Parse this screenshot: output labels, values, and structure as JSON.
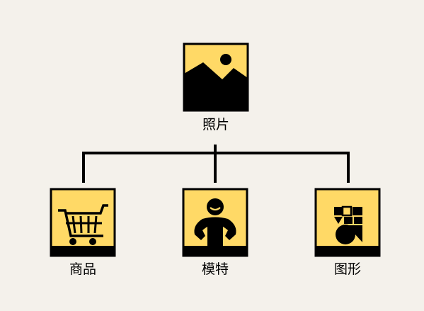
{
  "colors": {
    "background": "#f4f1eb",
    "tile": "#ffd966",
    "ink": "#000000"
  },
  "nodes": {
    "root": {
      "label": "照片",
      "icon": "landscape-photo-icon"
    },
    "children": [
      {
        "label": "商品",
        "icon": "shopping-cart-icon"
      },
      {
        "label": "模特",
        "icon": "person-model-icon"
      },
      {
        "label": "图形",
        "icon": "geometric-shapes-icon"
      }
    ]
  }
}
